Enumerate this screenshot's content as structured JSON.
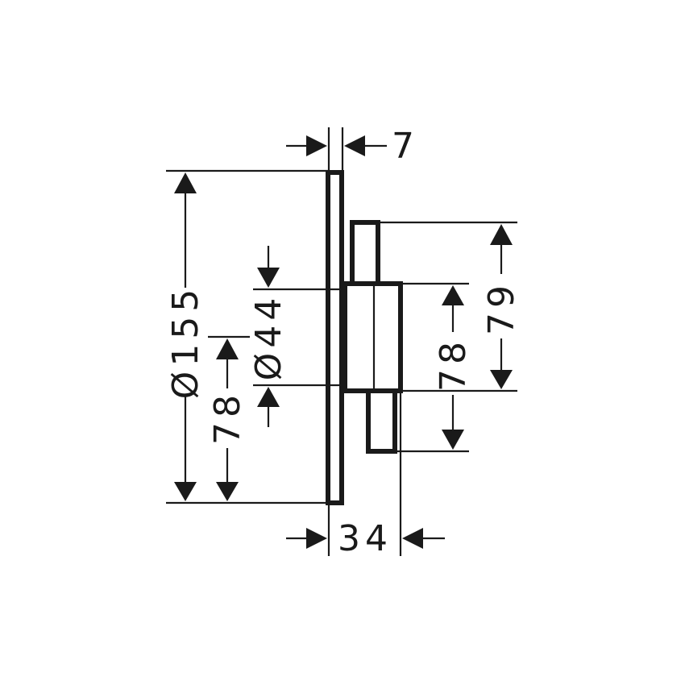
{
  "dimensions": {
    "plate_thickness": "7",
    "plate_diameter": "Ø155",
    "plate_half_height": "78",
    "knob_diameter": "Ø44",
    "projection_depth": "34",
    "right_upper_span": "79",
    "right_lower_span": "78"
  },
  "colors": {
    "line": "#1a1a1a",
    "background": "#ffffff"
  }
}
